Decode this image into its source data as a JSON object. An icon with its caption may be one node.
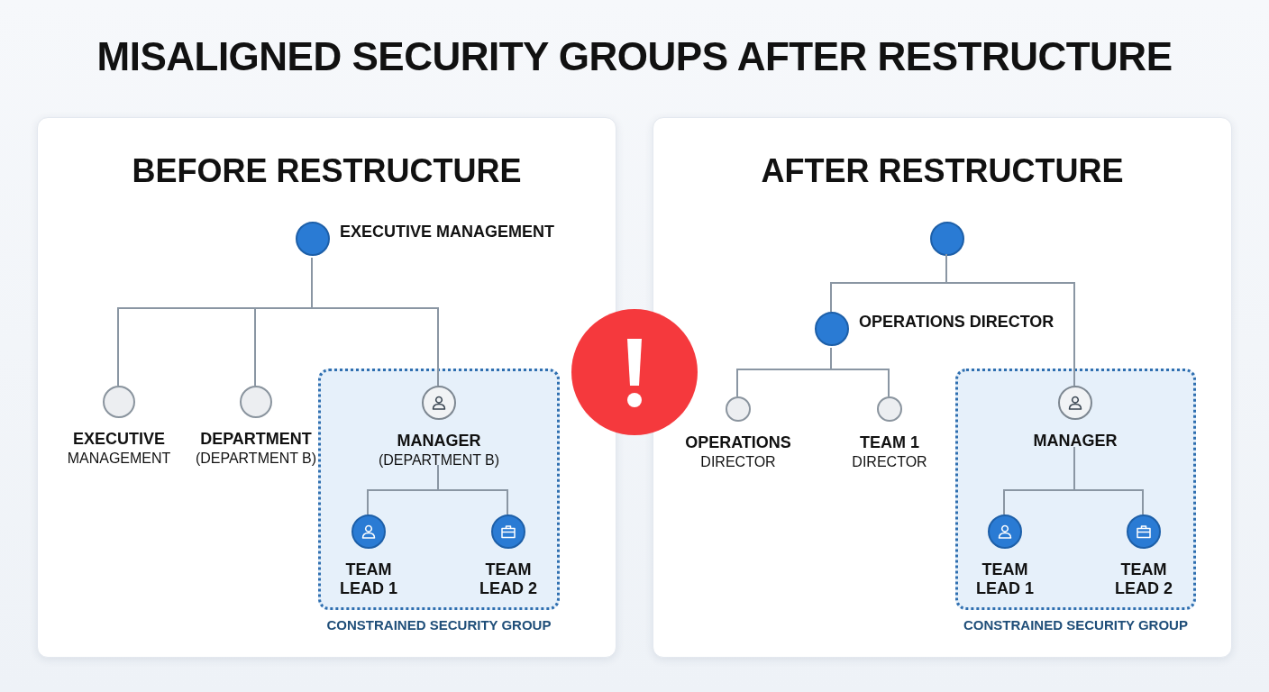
{
  "diagram": {
    "title": "MISALIGNED SECURITY GROUPS AFTER RESTRUCTURE",
    "nodes": [
      {
        "text": [
          "BEFORE RESTRUCTURE"
        ]
      },
      {
        "text": [
          "EXECUTIVE MANAGEMENT"
        ],
        "in": 0
      },
      {
        "text": [
          "EXECUTIVE",
          "MANAGEMENT"
        ],
        "in": 0
      },
      {
        "text": [
          "DEPARTMENT",
          "(DEPARTMENT B)"
        ],
        "in": 0
      },
      {
        "text": [
          "CONSTRAINED SECURITY GROUP"
        ],
        "in": 0
      },
      {
        "text": [
          "MANAGER",
          "(DEPARTMENT B)"
        ],
        "in": 4
      },
      {
        "text": [
          "TEAM LEAD 1"
        ],
        "in": 4
      },
      {
        "text": [
          "TEAM LEAD 2"
        ],
        "in": 4
      },
      {
        "text": [
          "AFTER RESTRUCTURE"
        ]
      },
      {
        "text": [],
        "shape": "circle",
        "in": 8
      },
      {
        "text": [
          "OPERATIONS DIRECTOR"
        ],
        "in": 8
      },
      {
        "text": [
          "OPERATIONS",
          "DIRECTOR"
        ],
        "in": 8
      },
      {
        "text": [
          "TEAM 1",
          "DIRECTOR"
        ],
        "in": 8
      },
      {
        "text": [
          "CONSTRAINED SECURITY GROUP"
        ],
        "in": 8
      },
      {
        "text": [
          "MANAGER"
        ],
        "in": 13
      },
      {
        "text": [
          "TEAM LEAD 1"
        ],
        "in": 13
      },
      {
        "text": [
          "TEAM LEAD 2"
        ],
        "in": 13
      }
    ],
    "edges": [
      {
        "from": 1,
        "to": 2,
        "arrow": "none"
      },
      {
        "from": 1,
        "to": 3,
        "arrow": "none"
      },
      {
        "from": 1,
        "to": 5,
        "arrow": "none"
      },
      {
        "from": 5,
        "to": 6,
        "arrow": "none"
      },
      {
        "from": 5,
        "to": 7,
        "arrow": "none"
      },
      {
        "from": 9,
        "to": 10,
        "arrow": "none"
      },
      {
        "from": 9,
        "to": 14,
        "arrow": "none"
      },
      {
        "from": 10,
        "to": 11,
        "arrow": "none"
      },
      {
        "from": 10,
        "to": 12,
        "arrow": "none"
      },
      {
        "from": 14,
        "to": 15,
        "arrow": "none"
      },
      {
        "from": 14,
        "to": 16,
        "arrow": "none"
      }
    ]
  }
}
